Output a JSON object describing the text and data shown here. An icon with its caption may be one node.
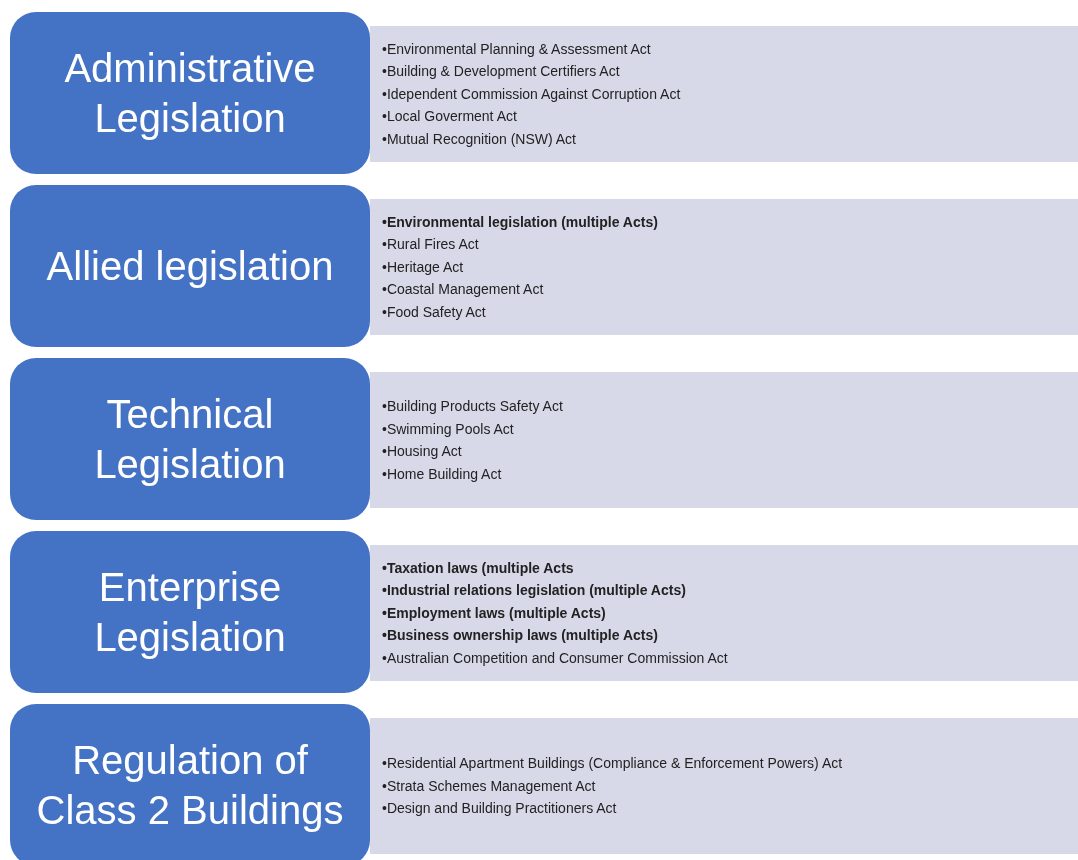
{
  "diagram": {
    "nodes": [
      {
        "text": [
          "Administrative Legislation"
        ]
      },
      {
        "text": [
          "•Environmental Planning & Assessment Act",
          "•Building & Development Certifiers Act",
          "•Idependent Commission Against Corruption Act",
          "•Local Goverment Act",
          "•Mutual Recognition (NSW) Act"
        ]
      },
      {
        "text": [
          "Allied legislation"
        ]
      },
      {
        "text": [
          "•Environmental legislation (multiple Acts)",
          "•Rural Fires Act",
          "•Heritage Act",
          "•Coastal Management Act",
          "•Food Safety Act"
        ]
      },
      {
        "text": [
          "Technical Legislation"
        ]
      },
      {
        "text": [
          "•Building Products Safety Act",
          "•Swimming Pools Act",
          "•Housing Act",
          "•Home Building Act"
        ]
      },
      {
        "text": [
          "Enterprise Legislation"
        ]
      },
      {
        "text": [
          "•Taxation laws (multiple Acts",
          "•Industrial relations legislation (multiple Acts)",
          "•Employment laws (multiple Acts)",
          "•Business ownership laws (multiple Acts)",
          "•Australian Competition and Consumer Commission Act"
        ]
      },
      {
        "text": [
          "Regulation of Class 2 Buildings"
        ]
      },
      {
        "text": [
          "•Residential Apartment Buildings (Compliance & Enforcement Powers) Act",
          "•Strata Schemes Management Act",
          "•Design and Building Practitioners Act"
        ]
      }
    ]
  }
}
